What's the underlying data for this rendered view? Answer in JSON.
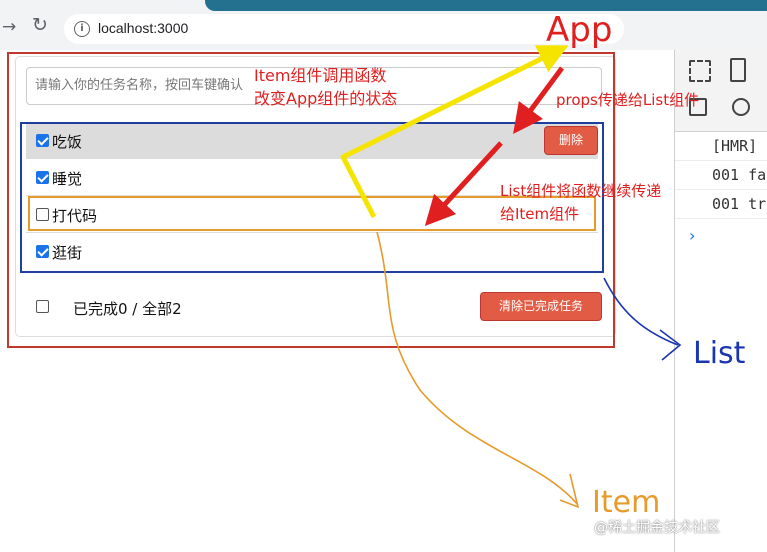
{
  "browser": {
    "url": "localhost:3000",
    "back_icon": "arrow-left-icon",
    "reload_icon": "reload-icon",
    "info_icon": "info-icon"
  },
  "todo": {
    "input_placeholder": "请输入你的任务名称，按回车键确认",
    "items": [
      {
        "name": "吃饭",
        "done": true
      },
      {
        "name": "睡觉",
        "done": true
      },
      {
        "name": "打代码",
        "done": false
      },
      {
        "name": "逛街",
        "done": true
      }
    ],
    "delete_label": "删除",
    "footer_status": "已完成0 / 全部2",
    "clear_label": "清除已完成任务"
  },
  "devtools": {
    "lines": [
      "[HMR]",
      "001 fa",
      "001 tr"
    ],
    "prompt": "›"
  },
  "annotations": {
    "app": "App",
    "list": "List",
    "item": "Item",
    "item_calls_line1": "Item组件调用函数",
    "item_calls_line2": "改变App组件的状态",
    "props_to_list": "props传递给List组件",
    "list_passes_line1": "List组件将函数继续传递",
    "list_passes_line2": "给Item组件"
  },
  "colors": {
    "app_outline": "#c0392b",
    "list_outline": "#1f3fa0",
    "item_outline": "#e69b2b",
    "annotation_red": "#e02020",
    "arrow_yellow": "#f5e400",
    "button_danger": "#e25b45"
  },
  "watermark": "@稀土掘金技术社区"
}
